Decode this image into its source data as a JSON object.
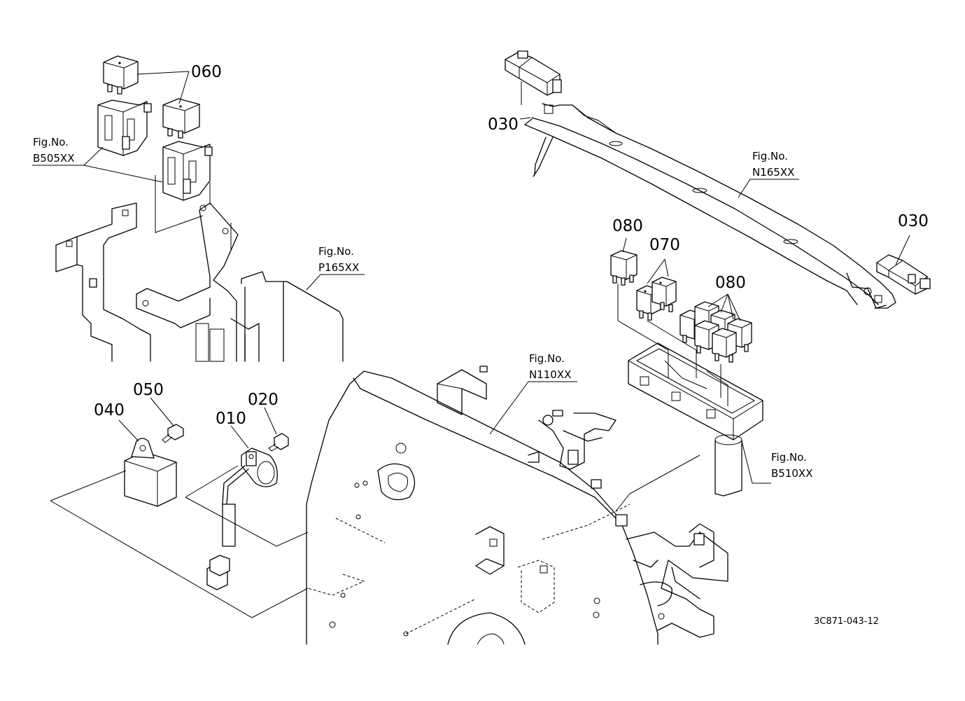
{
  "callouts": {
    "c010": "010",
    "c020": "020",
    "c030a": "030",
    "c030b": "030",
    "c040": "040",
    "c050": "050",
    "c060": "060",
    "c070": "070",
    "c080a": "080",
    "c080b": "080"
  },
  "figrefs": {
    "b505": {
      "line1": "Fig.No.",
      "line2": "B505XX"
    },
    "p165": {
      "line1": "Fig.No.",
      "line2": "P165XX"
    },
    "n165": {
      "line1": "Fig.No.",
      "line2": "N165XX"
    },
    "n110": {
      "line1": "Fig.No.",
      "line2": "N110XX"
    },
    "b510": {
      "line1": "Fig.No.",
      "line2": "B510XX"
    }
  },
  "drawing_code": "3C871-043-12"
}
